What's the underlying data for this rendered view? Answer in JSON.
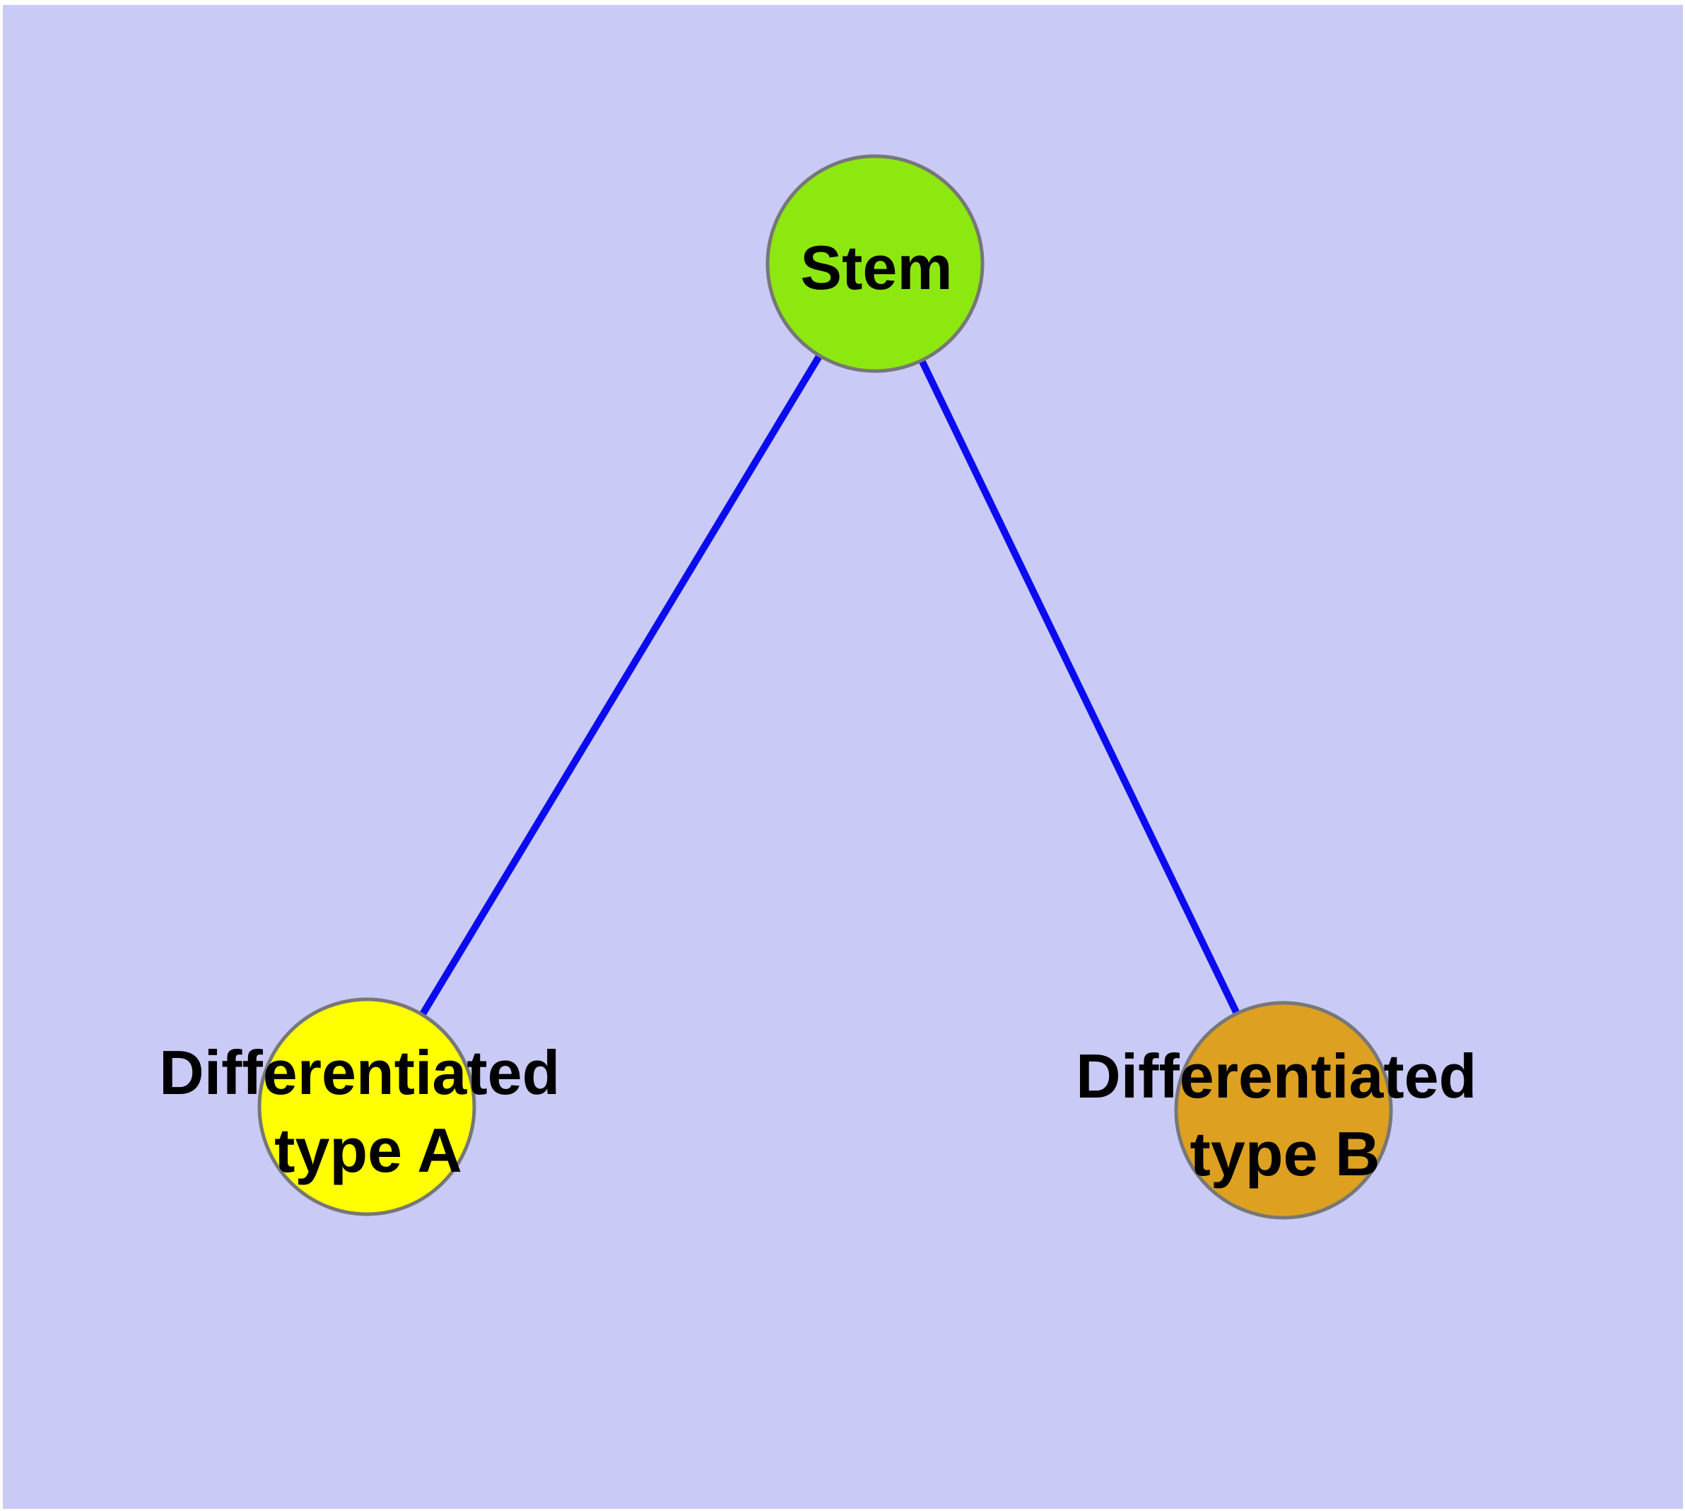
{
  "diagram": {
    "title": "",
    "background_color": "#cacaf6",
    "margin_color": "#ffffff",
    "edge_color": "#0b0bf0",
    "node_border_color": "#777777",
    "label_color": "#000000",
    "nodes": [
      {
        "id": "stem",
        "label_lines": [
          "Stem"
        ],
        "fill": "#8de80f"
      },
      {
        "id": "differentiated-type-a",
        "label_lines": [
          "Differentiated",
          "type A"
        ],
        "fill": "#ffff00"
      },
      {
        "id": "differentiated-type-b",
        "label_lines": [
          "Differentiated",
          "type B"
        ],
        "fill": "#dda020"
      }
    ],
    "edges": [
      {
        "from": "stem",
        "to": "differentiated-type-a"
      },
      {
        "from": "stem",
        "to": "differentiated-type-b"
      }
    ]
  }
}
